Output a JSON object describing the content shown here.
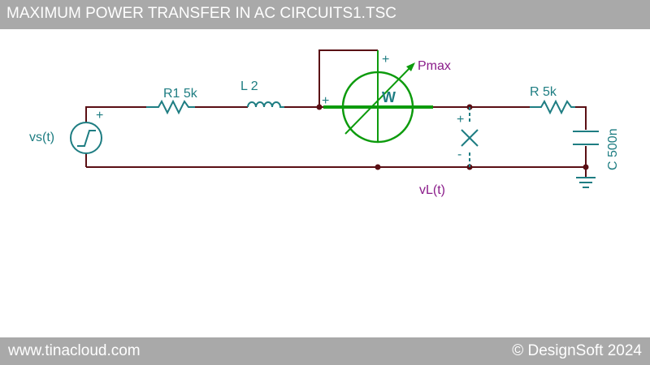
{
  "title": "MAXIMUM POWER TRANSFER IN AC CIRCUITS1.TSC",
  "footer": {
    "website": "www.tinacloud.com",
    "copyright": "© DesignSoft 2024"
  },
  "colors": {
    "wire": "#5a0f14",
    "component": "#1e7d82",
    "meter": "#0d9b0d",
    "pmax": "#8a1c8a"
  },
  "components": {
    "source": {
      "label": "vs(t)",
      "plus": "+",
      "icon": "step-source-icon"
    },
    "r1": {
      "label": "R1 5k"
    },
    "l2": {
      "label": "L 2"
    },
    "wattmeter": {
      "symbol": "W",
      "plus_top": "+",
      "plus_left": "+",
      "pmax": "Pmax"
    },
    "probe": {
      "plus": "+",
      "minus": "-",
      "label": "vL(t)"
    },
    "r": {
      "label": "R 5k"
    },
    "c": {
      "label": "C 500n"
    }
  }
}
